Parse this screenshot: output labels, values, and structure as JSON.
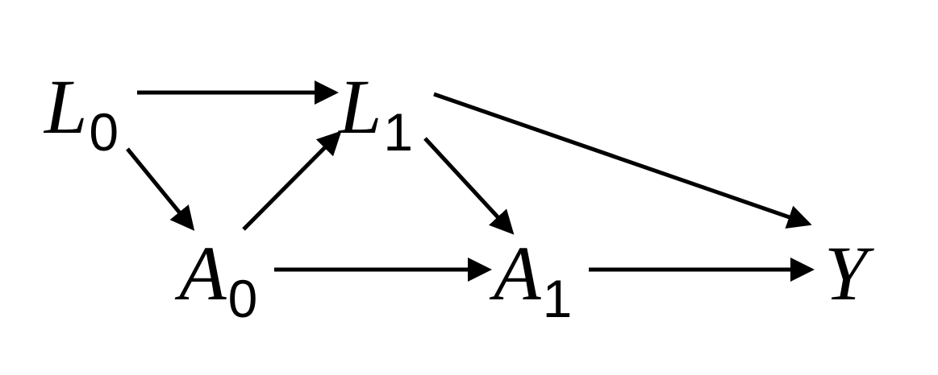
{
  "nodes": [
    {
      "id": "L0",
      "letter": "L",
      "sub": "0"
    },
    {
      "id": "L1",
      "letter": "L",
      "sub": "1"
    },
    {
      "id": "A0",
      "letter": "A",
      "sub": "0"
    },
    {
      "id": "A1",
      "letter": "A",
      "sub": "1"
    },
    {
      "id": "Y",
      "letter": "Y",
      "sub": ""
    }
  ],
  "edges": [
    {
      "from": "L0",
      "to": "L1"
    },
    {
      "from": "L0",
      "to": "A0"
    },
    {
      "from": "A0",
      "to": "L1"
    },
    {
      "from": "A0",
      "to": "A1"
    },
    {
      "from": "L1",
      "to": "A1"
    },
    {
      "from": "L1",
      "to": "Y"
    },
    {
      "from": "A1",
      "to": "Y"
    }
  ]
}
